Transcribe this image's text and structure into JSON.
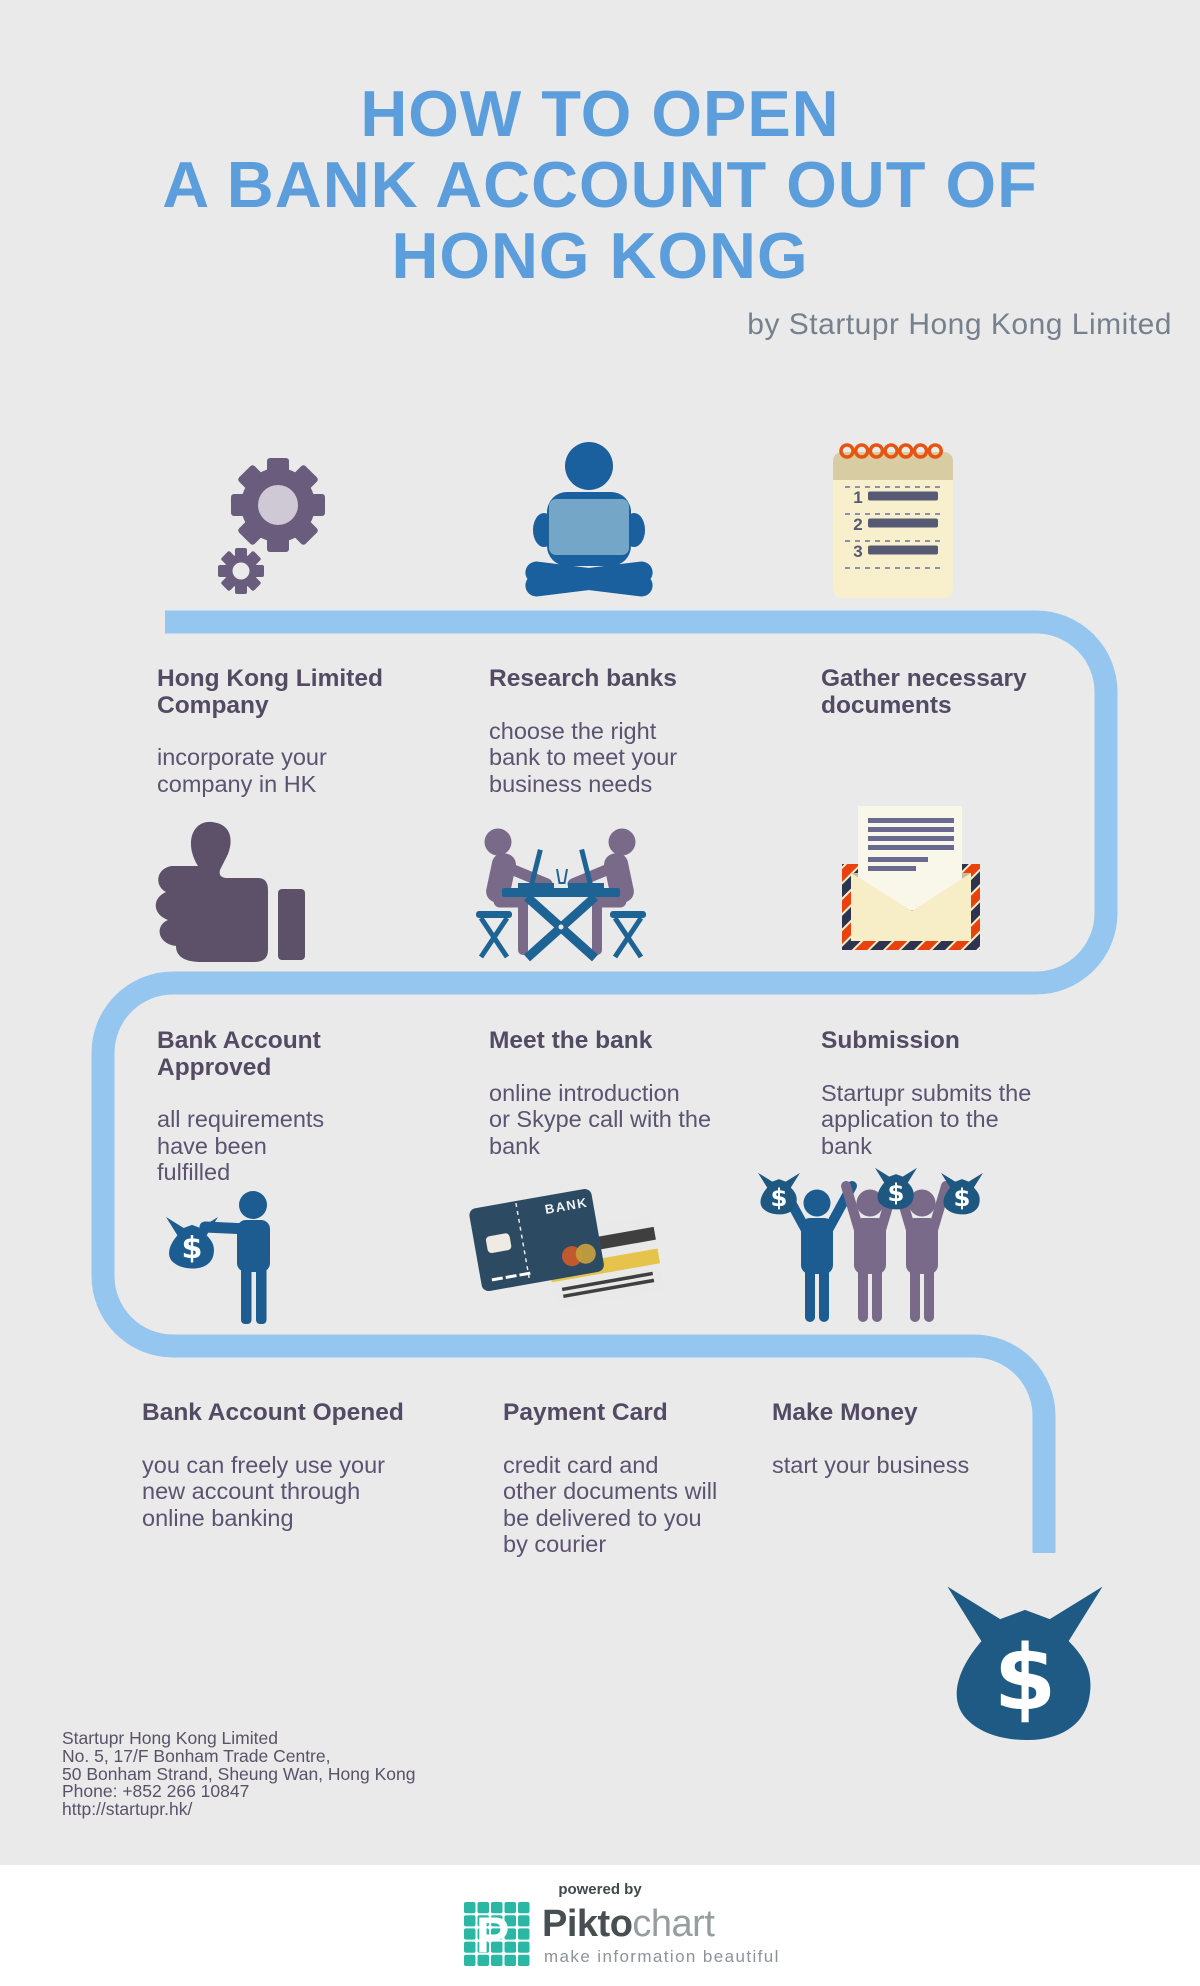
{
  "header": {
    "title": "HOW TO OPEN\nA BANK ACCOUNT OUT OF\nHONG KONG",
    "byline": "by Startupr Hong Kong Limited"
  },
  "steps": [
    {
      "title": "Hong Kong Limited\nCompany",
      "description": "incorporate your\ncompany in HK",
      "icon": "gears-icon"
    },
    {
      "title": "Research banks",
      "description": "choose the right\nbank to meet your\nbusiness needs",
      "icon": "person-laptop-icon"
    },
    {
      "title": "Gather necessary\ndocuments",
      "description": "",
      "icon": "notepad-icon"
    },
    {
      "title": "Bank Account\nApproved",
      "description": "all requirements\nhave been\nfulfilled",
      "icon": "thumbs-up-icon"
    },
    {
      "title": "Meet the bank",
      "description": "online introduction\nor Skype call with the\nbank",
      "icon": "meeting-icon"
    },
    {
      "title": "Submission",
      "description": "Startupr submits the\napplication to the\nbank",
      "icon": "envelope-icon"
    },
    {
      "title": "Bank Account Opened",
      "description": "you can freely use your\nnew account through\nonline banking",
      "icon": "money-bag-person-icon"
    },
    {
      "title": "Payment Card",
      "description": "credit card and\nother documents will\nbe delivered to you\nby courier",
      "icon": "payment-cards-icon"
    },
    {
      "title": "Make Money",
      "description": "start your business",
      "icon": "make-money-icon"
    }
  ],
  "notepad_items": [
    "1",
    "2",
    "3"
  ],
  "bank_card_label": "BANK",
  "dollar": "$",
  "footer": {
    "text": "Startupr Hong Kong Limited\nNo. 5, 17/F Bonham Trade Centre,\n50 Bonham Strand, Sheung Wan, Hong Kong\nPhone: +852 266 10847\nhttp://startupr.hk/"
  },
  "branding": {
    "powered_by": "powered by",
    "logo_letter": "P",
    "brand_bold": "Pikto",
    "brand_light": "chart",
    "tagline": "make information beautiful"
  },
  "palette": {
    "background": "#EAEAEA",
    "title_blue": "#5B9EDB",
    "byline_gray": "#75828E",
    "path_blue": "#95C6F0",
    "text_purple_dark": "#534A63",
    "text_purple": "#5B5370",
    "icon_purple": "#6A5C7C",
    "icon_purple_light": "#CFC9D6",
    "icon_blue": "#1A5F9E",
    "laptop_blue": "#74A7C7",
    "navy_bag": "#1F5A84",
    "people_purple": "#7A6A89",
    "table_blue": "#1D6394",
    "notepad_paper": "#F8F0CC",
    "notepad_band": "#D8CCA2",
    "ring_orange": "#E85410",
    "envelope_cream": "#F8EFC9",
    "stripe_red": "#E8430E",
    "stripe_navy": "#2E3450",
    "envelope_tan": "#C9BD96",
    "card_navy": "#2D4A63",
    "piktochart_teal": "#2AB7A4",
    "footer_white": "#FFFFFF"
  }
}
